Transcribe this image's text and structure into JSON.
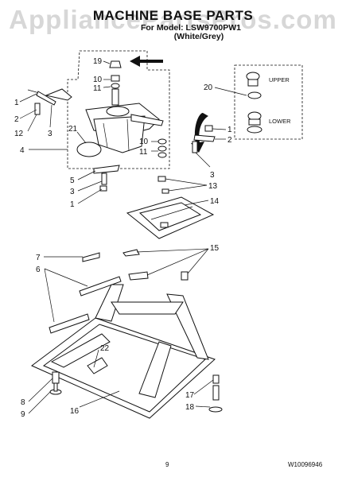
{
  "watermark": "AppliancePartsPros.com",
  "header": {
    "title": "MACHINE BASE PARTS",
    "model_line": "For Model: LSW9700PW1",
    "variant": "(White/Grey)"
  },
  "inset_labels": {
    "upper": "UPPER",
    "lower": "LOWER"
  },
  "callouts": [
    {
      "id": "c19",
      "text": "19"
    },
    {
      "id": "c10a",
      "text": "10"
    },
    {
      "id": "c11a",
      "text": "11"
    },
    {
      "id": "c20",
      "text": "20"
    },
    {
      "id": "c1a",
      "text": "1"
    },
    {
      "id": "c2a",
      "text": "2"
    },
    {
      "id": "c12",
      "text": "12"
    },
    {
      "id": "c3a",
      "text": "3"
    },
    {
      "id": "c21",
      "text": "21"
    },
    {
      "id": "c4",
      "text": "4"
    },
    {
      "id": "c10b",
      "text": "10"
    },
    {
      "id": "c11b",
      "text": "11"
    },
    {
      "id": "c1b",
      "text": "1"
    },
    {
      "id": "c2b",
      "text": "2"
    },
    {
      "id": "c3b",
      "text": "3"
    },
    {
      "id": "c5",
      "text": "5"
    },
    {
      "id": "c3c",
      "text": "3"
    },
    {
      "id": "c1c",
      "text": "1"
    },
    {
      "id": "c13",
      "text": "13"
    },
    {
      "id": "c14",
      "text": "14"
    },
    {
      "id": "c15",
      "text": "15"
    },
    {
      "id": "c7",
      "text": "7"
    },
    {
      "id": "c6",
      "text": "6"
    },
    {
      "id": "c22",
      "text": "22"
    },
    {
      "id": "c8",
      "text": "8"
    },
    {
      "id": "c9",
      "text": "9"
    },
    {
      "id": "c16",
      "text": "16"
    },
    {
      "id": "c17",
      "text": "17"
    },
    {
      "id": "c18",
      "text": "18"
    }
  ],
  "footer": {
    "page_number": "9",
    "doc_number": "W10096946"
  }
}
